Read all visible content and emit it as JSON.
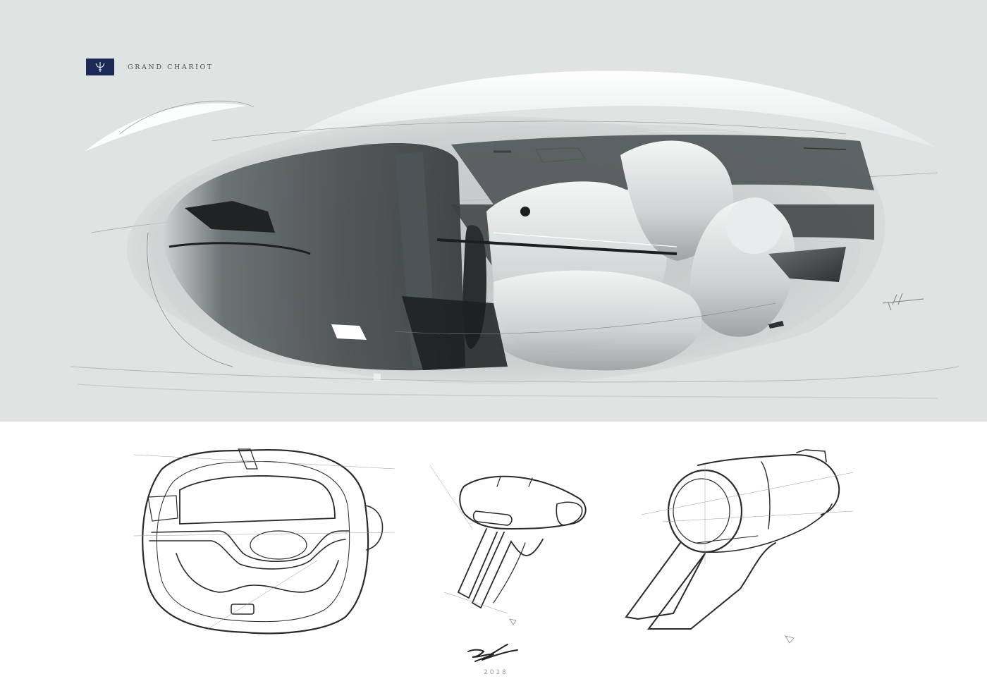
{
  "header": {
    "brand_name": "GRAND CHARIOT",
    "logo_icon": "trident-icon",
    "badge_color": "#1d2a57"
  },
  "hero": {
    "subject": "car-interior-render",
    "background_color": "#dfe4e3",
    "signature_icon": "designer-signature-icon"
  },
  "sketches": [
    {
      "name": "steering-wheel-sketch"
    },
    {
      "name": "seat-headrest-sketch"
    },
    {
      "name": "cylindrical-module-sketch"
    }
  ],
  "footer": {
    "signature_icon": "artist-signature-icon",
    "year": "2018"
  },
  "colors": {
    "panel_top": "#dfe4e3",
    "panel_bottom": "#ffffff",
    "ink": "#2a2a2a",
    "badge": "#1d2a57"
  }
}
